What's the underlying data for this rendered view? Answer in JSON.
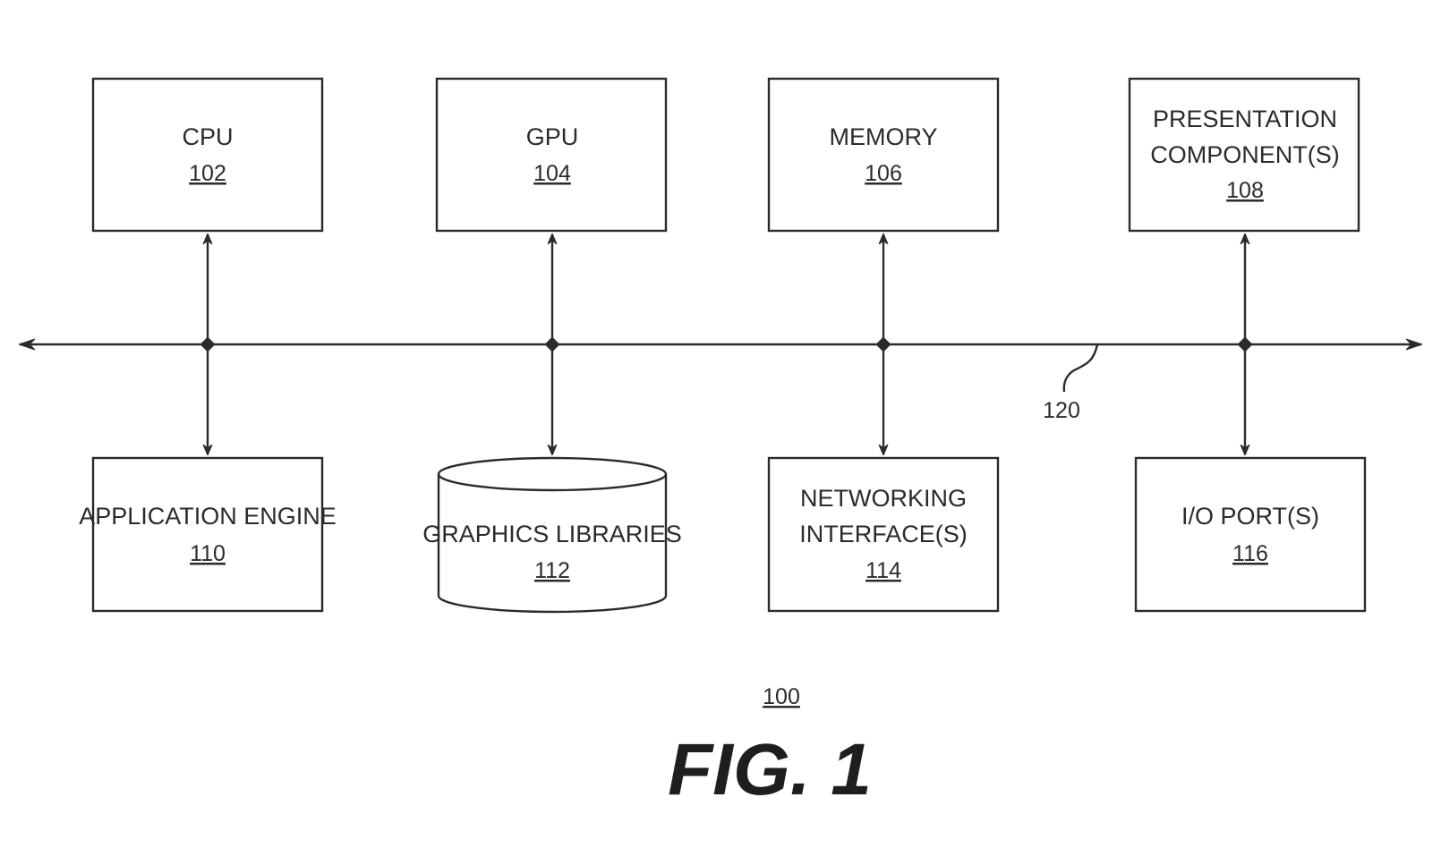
{
  "figure": {
    "label": "FIG. 1",
    "reference": "100"
  },
  "bus": {
    "reference": "120"
  },
  "components": {
    "cpu": {
      "name": "CPU",
      "ref": "102"
    },
    "gpu": {
      "name": "GPU",
      "ref": "104"
    },
    "memory": {
      "name": "MEMORY",
      "ref": "106"
    },
    "presentation": {
      "name_line1": "PRESENTATION",
      "name_line2": "COMPONENT(S)",
      "ref": "108"
    },
    "app_engine": {
      "name": "APPLICATION ENGINE",
      "ref": "110"
    },
    "graphics_libraries": {
      "name": "GRAPHICS LIBRARIES",
      "ref": "112"
    },
    "networking": {
      "name_line1": "NETWORKING",
      "name_line2": "INTERFACE(S)",
      "ref": "114"
    },
    "io_ports": {
      "name": "I/O PORT(S)",
      "ref": "116"
    }
  },
  "colors": {
    "ink": "#2b2b2b",
    "background": "#ffffff"
  }
}
